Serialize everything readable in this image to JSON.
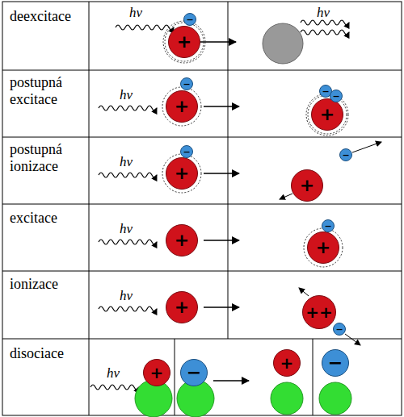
{
  "diagram": {
    "nodes": [
      {
        "text": [
          "+"
        ]
      },
      {
        "text": [
          "−"
        ]
      },
      {
        "text": [
          "+"
        ]
      },
      {
        "text": [
          "−"
        ]
      },
      {
        "text": [
          "+"
        ]
      },
      {
        "text": [
          "−"
        ]
      },
      {
        "text": [
          "−"
        ]
      },
      {
        "text": [
          "+"
        ]
      },
      {
        "text": [
          "−"
        ]
      },
      {
        "text": [
          "+"
        ]
      },
      {
        "text": [
          "−"
        ]
      },
      {
        "text": [
          "+"
        ]
      },
      {
        "text": [
          "+"
        ]
      },
      {
        "text": [
          "−"
        ]
      },
      {
        "text": [
          "+"
        ]
      },
      {
        "text": [
          "++"
        ]
      },
      {
        "text": [
          "−"
        ]
      },
      {
        "text": [
          "+"
        ]
      },
      {
        "text": [
          "−"
        ]
      },
      {
        "text": [
          "+"
        ]
      },
      {
        "text": [
          "−"
        ]
      }
    ],
    "labels": [
      "deexcitace",
      "hν",
      "hν",
      "postupná excitace",
      "hν",
      "postupná ionizace",
      "hν",
      "excitace",
      "hν",
      "ionizace",
      "hν",
      "disociace",
      "hν"
    ]
  }
}
